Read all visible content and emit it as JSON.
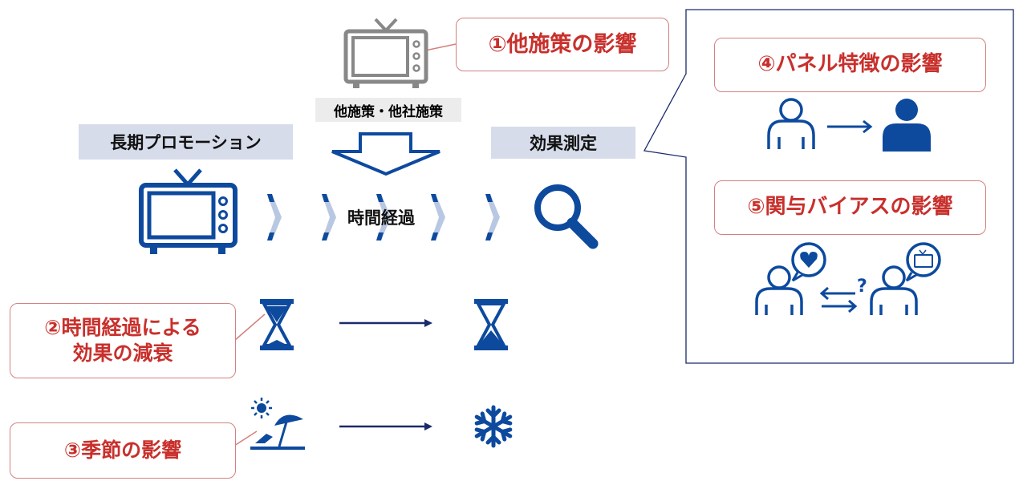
{
  "callouts": {
    "other_measures": "①他施策の影響",
    "time_decay_line1": "②時間経過による",
    "time_decay_line2": "効果の減衰",
    "season": "③季節の影響",
    "panel": "④パネル特徴の影響",
    "bias": "⑤関与バイアスの影響"
  },
  "labels": {
    "other_sources": "他施策・他社施策",
    "long_promotion": "長期プロモーション",
    "measurement": "効果測定",
    "elapsed": "時間経過",
    "question": "?"
  },
  "colors": {
    "blue": "#0d4a9e",
    "navy": "#1b2a6b",
    "red": "#c8302c",
    "label_bg": "#d6dcea"
  }
}
